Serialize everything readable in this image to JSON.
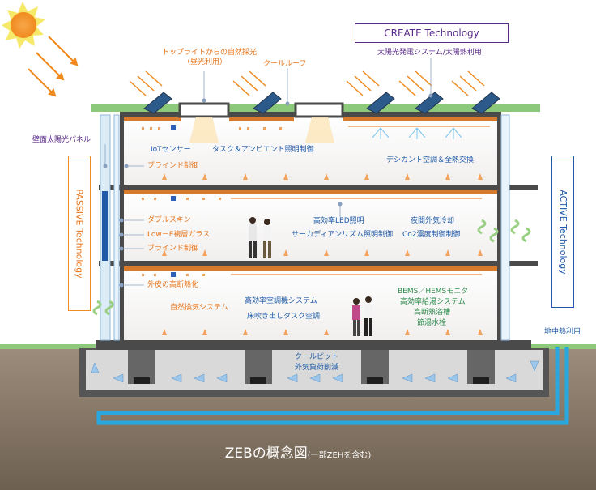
{
  "header": {
    "create_tech": "CREATE Technology",
    "passive_tech": "PASSIVE Technology",
    "active_tech": "ACTIVE Technology"
  },
  "labels": {
    "toplight": "トップライトからの自然採光",
    "toplight_sub": "（昼光利用）",
    "cool_roof": "クールルーフ",
    "solar_system": "太陽光発電システム/太陽熱利用",
    "wall_pv": "壁面太陽光パネル",
    "iot_sensor": "IoTセンサー",
    "task_ambient": "タスク＆アンビエント照明制御",
    "blind_1": "ブラインド制御",
    "desiccant": "デシカント空調＆全熱交換",
    "double_skin": "ダブルスキン",
    "low_e": "Low－E複層ガラス",
    "blind_2": "ブラインド制御",
    "led": "高効率LED照明",
    "circadian": "サーカディアンリズム照明制御",
    "night_purge": "夜間外気冷却",
    "co2": "Co2濃度制御制御",
    "insulation": "外皮の高断熱化",
    "natural_vent": "自然換気システム",
    "hvac": "高効率空調機システム",
    "floor_ac": "床吹き出しタスク空調",
    "bems": "BEMS／HEMSモニタ",
    "water_heat": "高効率給湯システム",
    "bath": "高断熱浴槽",
    "faucet": "節湯水栓",
    "geo_heat": "地中熱利用",
    "cool_pit": "クールピット",
    "air_load": "外気負荷削減"
  },
  "caption": {
    "main": "ZEBの概念図",
    "sub": "(一部ZEHを含む)"
  },
  "icons": [
    "sun-icon",
    "solar-panel-icon",
    "people-icon",
    "arrow-icon"
  ],
  "colors": {
    "orange": "#e8751a",
    "blue": "#1e5aa8",
    "purple": "#5a2a8a",
    "green_label": "#2a8a4a",
    "ground": "#8a7a68",
    "pipe": "#29a8e0",
    "grass": "#8cc97a"
  }
}
